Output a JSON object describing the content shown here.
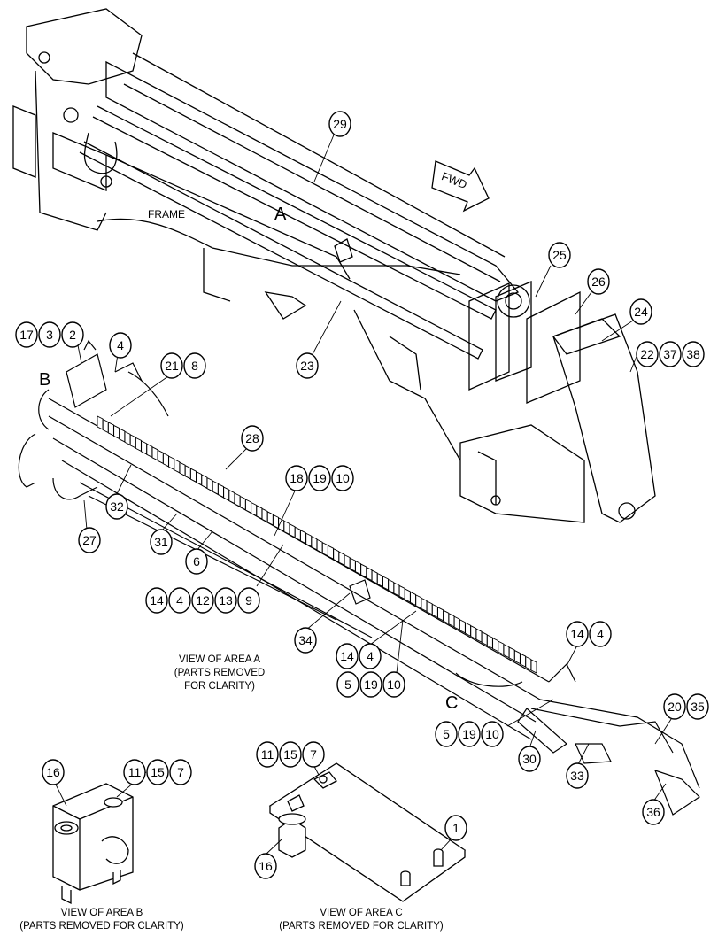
{
  "labels": {
    "frame": "FRAME",
    "area_a": "A",
    "area_b": "B",
    "area_c": "C",
    "fwd": "FWD"
  },
  "captions": {
    "view_a": [
      "VIEW OF AREA A",
      "(PARTS REMOVED",
      "FOR CLARITY)"
    ],
    "view_b": [
      "VIEW OF AREA B",
      "(PARTS REMOVED FOR CLARITY)"
    ],
    "view_c": [
      "VIEW OF AREA C",
      "(PARTS REMOVED FOR CLARITY)"
    ]
  },
  "callouts": [
    {
      "id": "c29",
      "nums": [
        "29"
      ]
    },
    {
      "id": "c25",
      "nums": [
        "25"
      ]
    },
    {
      "id": "c26",
      "nums": [
        "26"
      ]
    },
    {
      "id": "c24",
      "nums": [
        "24"
      ]
    },
    {
      "id": "c22-37-38",
      "nums": [
        "22",
        "37",
        "38"
      ]
    },
    {
      "id": "c23",
      "nums": [
        "23"
      ]
    },
    {
      "id": "c17-3-2",
      "nums": [
        "17",
        "3",
        "2"
      ]
    },
    {
      "id": "c4-top",
      "nums": [
        "4"
      ]
    },
    {
      "id": "c21-8",
      "nums": [
        "21",
        "8"
      ]
    },
    {
      "id": "c28",
      "nums": [
        "28"
      ]
    },
    {
      "id": "c18-19-10",
      "nums": [
        "18",
        "19",
        "10"
      ]
    },
    {
      "id": "c32",
      "nums": [
        "32"
      ]
    },
    {
      "id": "c27",
      "nums": [
        "27"
      ]
    },
    {
      "id": "c31",
      "nums": [
        "31"
      ]
    },
    {
      "id": "c6",
      "nums": [
        "6"
      ]
    },
    {
      "id": "c14-4-12-13-9",
      "nums": [
        "14",
        "4",
        "12",
        "13",
        "9"
      ]
    },
    {
      "id": "c34",
      "nums": [
        "34"
      ]
    },
    {
      "id": "c14-4-mid",
      "nums": [
        "14",
        "4"
      ]
    },
    {
      "id": "c5-19-10-mid",
      "nums": [
        "5",
        "19",
        "10"
      ]
    },
    {
      "id": "c14-4-right",
      "nums": [
        "14",
        "4"
      ]
    },
    {
      "id": "c20-35",
      "nums": [
        "20",
        "35"
      ]
    },
    {
      "id": "c5-19-10-low",
      "nums": [
        "5",
        "19",
        "10"
      ]
    },
    {
      "id": "c30",
      "nums": [
        "30"
      ]
    },
    {
      "id": "c33",
      "nums": [
        "33"
      ]
    },
    {
      "id": "c36",
      "nums": [
        "36"
      ]
    },
    {
      "id": "c16-b",
      "nums": [
        "16"
      ]
    },
    {
      "id": "c11-15-7-b",
      "nums": [
        "11",
        "15",
        "7"
      ]
    },
    {
      "id": "c11-15-7-c",
      "nums": [
        "11",
        "15",
        "7"
      ]
    },
    {
      "id": "c1",
      "nums": [
        "1"
      ]
    },
    {
      "id": "c16-c",
      "nums": [
        "16"
      ]
    }
  ]
}
